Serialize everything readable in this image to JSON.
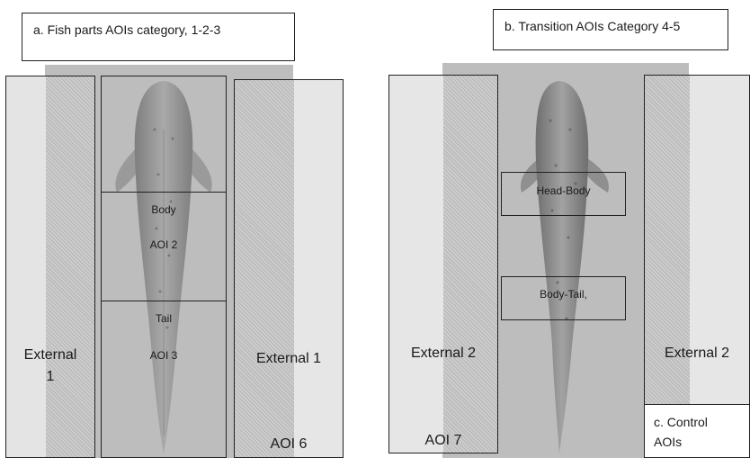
{
  "panel_a": {
    "caption": "a. Fish parts AOIs category, 1-2-3",
    "external_left_line1": "External",
    "external_left_line2": "1",
    "body_label": "Body",
    "body_aoi": "AOI 2",
    "tail_label": "Tail",
    "tail_aoi": "AOI 3",
    "external_right": "External 1",
    "external_right_aoi": "AOI 6"
  },
  "panel_b": {
    "caption": "b. Transition AOIs Category 4-5",
    "external_left": "External 2",
    "external_left_aoi": "AOI 7",
    "head_body": "Head-Body",
    "body_tail": "Body-Tail,",
    "external_right": "External 2",
    "control_line1": "c. Control",
    "control_line2": "AOIs"
  }
}
